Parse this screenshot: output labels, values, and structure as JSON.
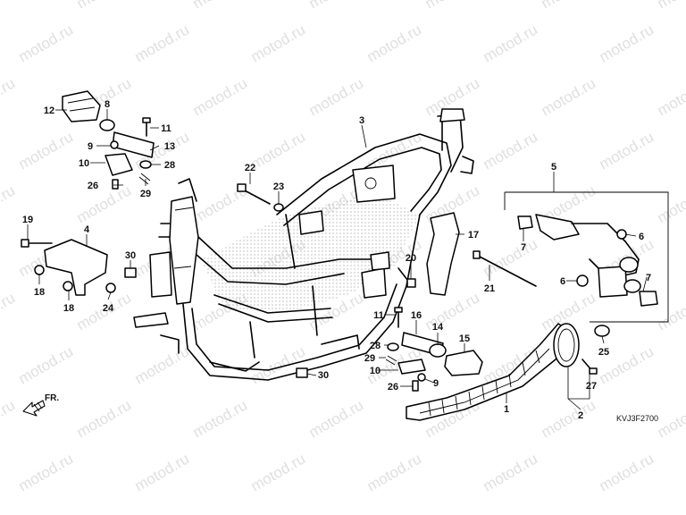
{
  "watermark": "motod.ru",
  "direction_label": "FR.",
  "diagram_code": "KVJ3F2700",
  "callouts": [
    "1",
    "2",
    "3",
    "4",
    "5",
    "6",
    "7",
    "8",
    "9",
    "10",
    "11",
    "12",
    "13",
    "14",
    "15",
    "16",
    "17",
    "18",
    "19",
    "20",
    "21",
    "22",
    "23",
    "24",
    "25",
    "26",
    "27",
    "28",
    "29",
    "30"
  ]
}
